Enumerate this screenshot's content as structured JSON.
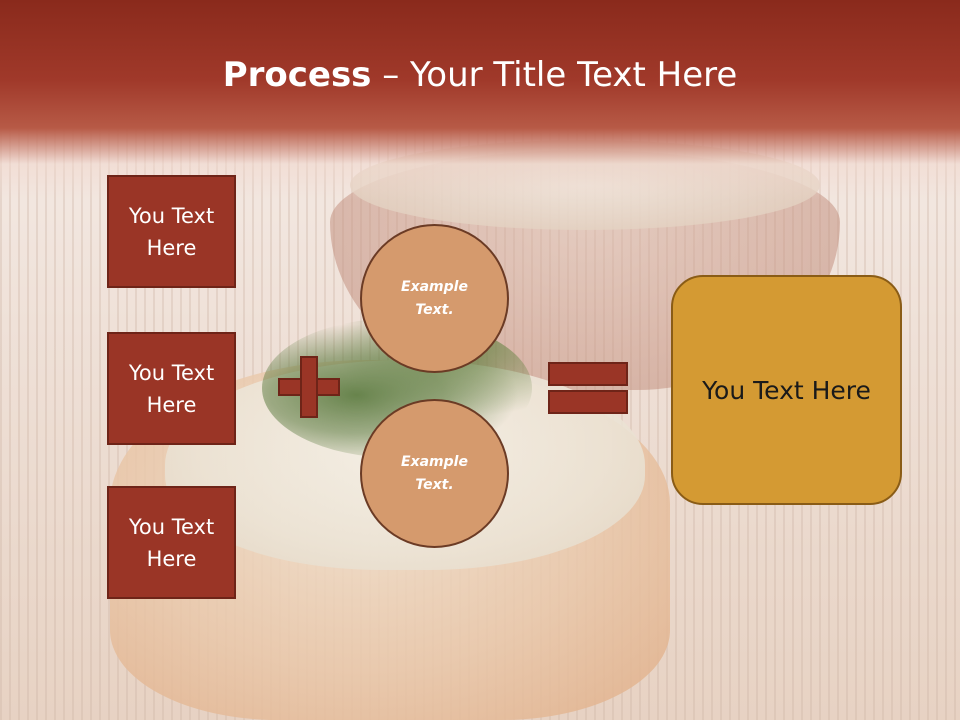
{
  "title": {
    "bold": "Process",
    "rest": " – Your Title Text Here"
  },
  "left_boxes": [
    {
      "label": "You Text Here"
    },
    {
      "label": "You Text Here"
    },
    {
      "label": "You Text Here"
    }
  ],
  "circles": [
    {
      "label": "Example Text."
    },
    {
      "label": "Example Text."
    }
  ],
  "result": {
    "label": "You Text Here"
  },
  "colors": {
    "header_dark": "#8a2a1c",
    "box_fill": "#9a3526",
    "circle_fill": "#d59a6d",
    "result_fill": "#d49a33"
  }
}
